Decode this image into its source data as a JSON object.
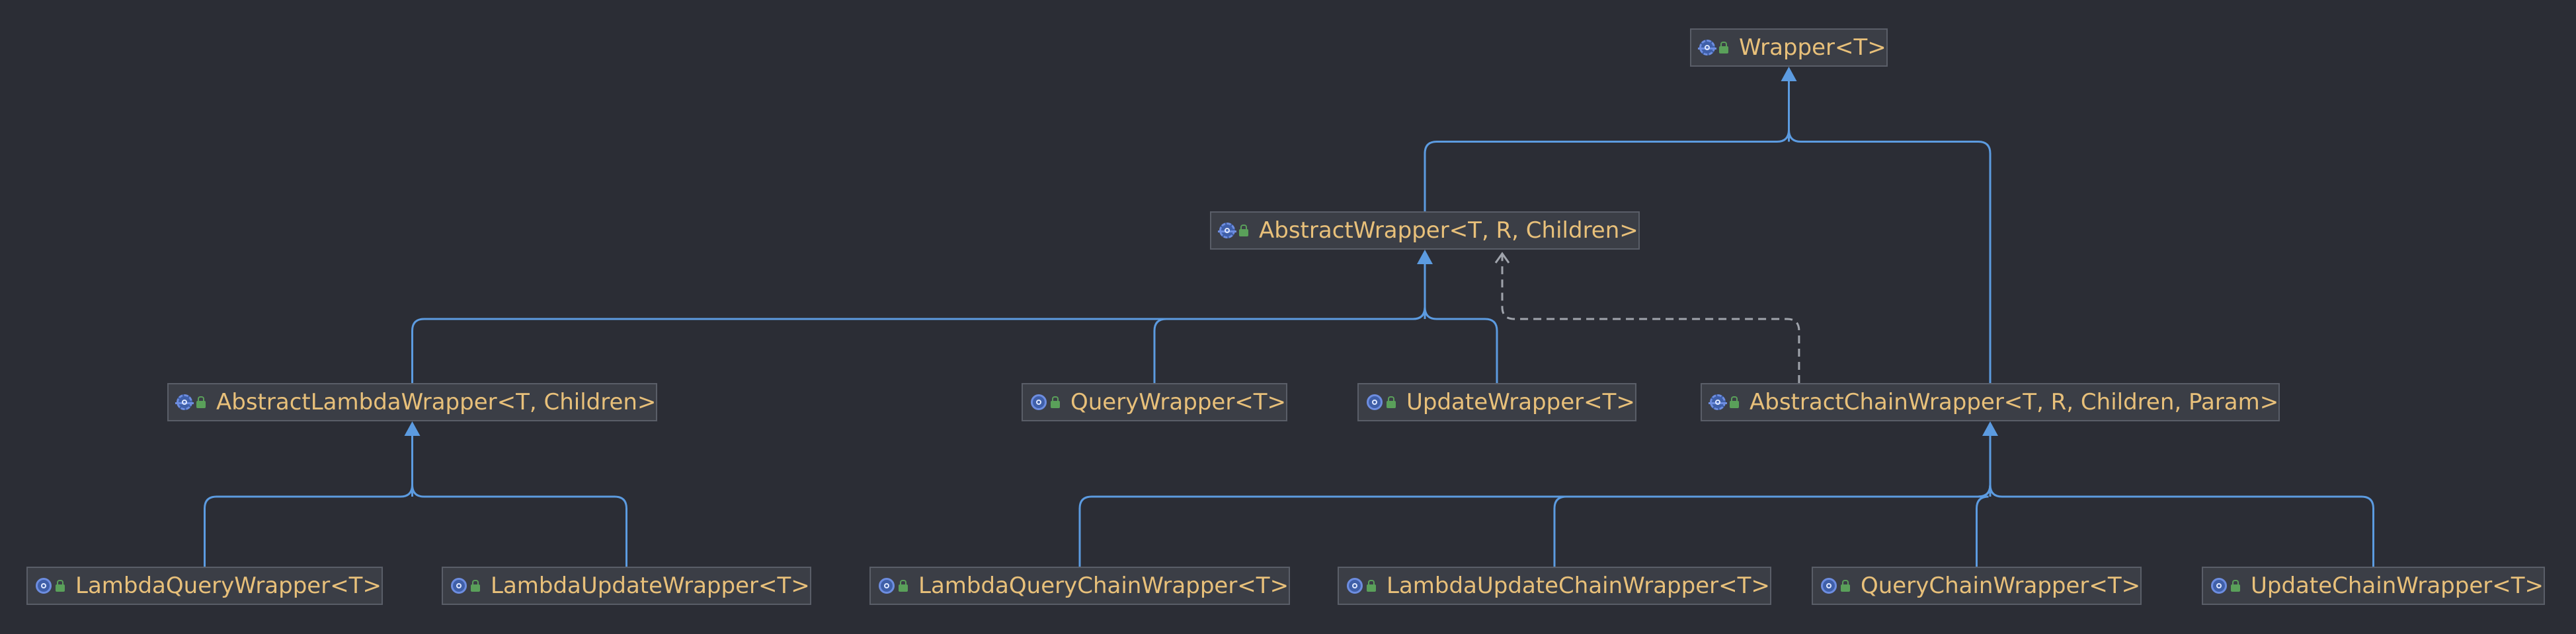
{
  "colors": {
    "background": "#2b2d35",
    "node_fill": "#3b3e46",
    "node_border": "#5a5e68",
    "label": "#e8c07a",
    "edge": "#5c9be0",
    "dashed_edge": "#a0a4ac"
  },
  "nodes": {
    "wrapper": {
      "label": "Wrapper<T>",
      "icon": "abstract-class-icon"
    },
    "abstract_wrapper": {
      "label": "AbstractWrapper<T, R, Children>",
      "icon": "abstract-class-icon"
    },
    "abstract_lambda_wrapper": {
      "label": "AbstractLambdaWrapper<T, Children>",
      "icon": "abstract-class-icon"
    },
    "query_wrapper": {
      "label": "QueryWrapper<T>",
      "icon": "class-icon"
    },
    "update_wrapper": {
      "label": "UpdateWrapper<T>",
      "icon": "class-icon"
    },
    "abstract_chain_wrapper": {
      "label": "AbstractChainWrapper<T, R, Children, Param>",
      "icon": "abstract-class-icon"
    },
    "lambda_query_wrapper": {
      "label": "LambdaQueryWrapper<T>",
      "icon": "class-icon"
    },
    "lambda_update_wrapper": {
      "label": "LambdaUpdateWrapper<T>",
      "icon": "class-icon"
    },
    "lambda_query_chain_wrapper": {
      "label": "LambdaQueryChainWrapper<T>",
      "icon": "class-icon"
    },
    "lambda_update_chain_wrapper": {
      "label": "LambdaUpdateChainWrapper<T>",
      "icon": "class-icon"
    },
    "query_chain_wrapper": {
      "label": "QueryChainWrapper<T>",
      "icon": "class-icon"
    },
    "update_chain_wrapper": {
      "label": "UpdateChainWrapper<T>",
      "icon": "class-icon"
    }
  },
  "edges": [
    {
      "from": "abstract_wrapper",
      "to": "wrapper",
      "style": "solid"
    },
    {
      "from": "abstract_chain_wrapper",
      "to": "wrapper",
      "style": "solid"
    },
    {
      "from": "abstract_lambda_wrapper",
      "to": "abstract_wrapper",
      "style": "solid"
    },
    {
      "from": "query_wrapper",
      "to": "abstract_wrapper",
      "style": "solid"
    },
    {
      "from": "update_wrapper",
      "to": "abstract_wrapper",
      "style": "solid"
    },
    {
      "from": "abstract_chain_wrapper",
      "to": "abstract_wrapper",
      "style": "dashed"
    },
    {
      "from": "lambda_query_wrapper",
      "to": "abstract_lambda_wrapper",
      "style": "solid"
    },
    {
      "from": "lambda_update_wrapper",
      "to": "abstract_lambda_wrapper",
      "style": "solid"
    },
    {
      "from": "lambda_query_chain_wrapper",
      "to": "abstract_chain_wrapper",
      "style": "solid"
    },
    {
      "from": "lambda_update_chain_wrapper",
      "to": "abstract_chain_wrapper",
      "style": "solid"
    },
    {
      "from": "query_chain_wrapper",
      "to": "abstract_chain_wrapper",
      "style": "solid"
    },
    {
      "from": "update_chain_wrapper",
      "to": "abstract_chain_wrapper",
      "style": "solid"
    }
  ]
}
